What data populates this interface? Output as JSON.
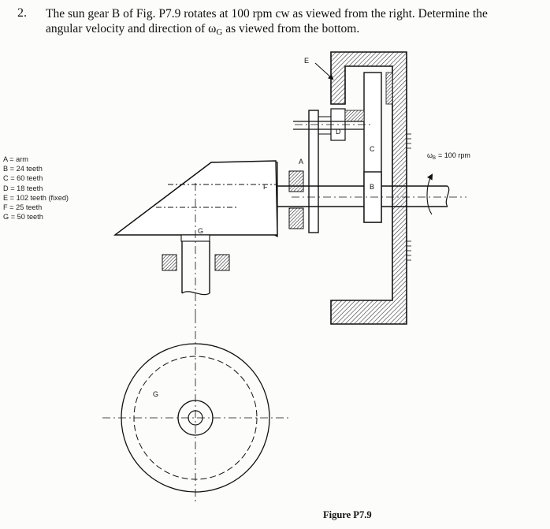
{
  "problem": {
    "number": "2.",
    "text_line1": "The sun gear B of Fig. P7.9 rotates at 100 rpm cw as viewed from the right. Determine the",
    "text_line2_before": "angular velocity and direction of ω",
    "text_line2_sub": "G",
    "text_line2_after": " as viewed from the bottom."
  },
  "legend": [
    "A = arm",
    "B = 24 teeth",
    "C = 60 teeth",
    "D = 18 teeth",
    "E = 102 teeth (fixed)",
    "F = 25 teeth",
    "G = 50 teeth"
  ],
  "figure": {
    "labels": {
      "E": "E",
      "D": "D",
      "C": "C",
      "A": "A",
      "B": "B",
      "F": "F",
      "G_side": "G",
      "G_top": "G"
    },
    "omega_symbol": "ω",
    "omega_sub": "B",
    "omega_value": "= 100 rpm",
    "caption": "Figure P7.9"
  }
}
